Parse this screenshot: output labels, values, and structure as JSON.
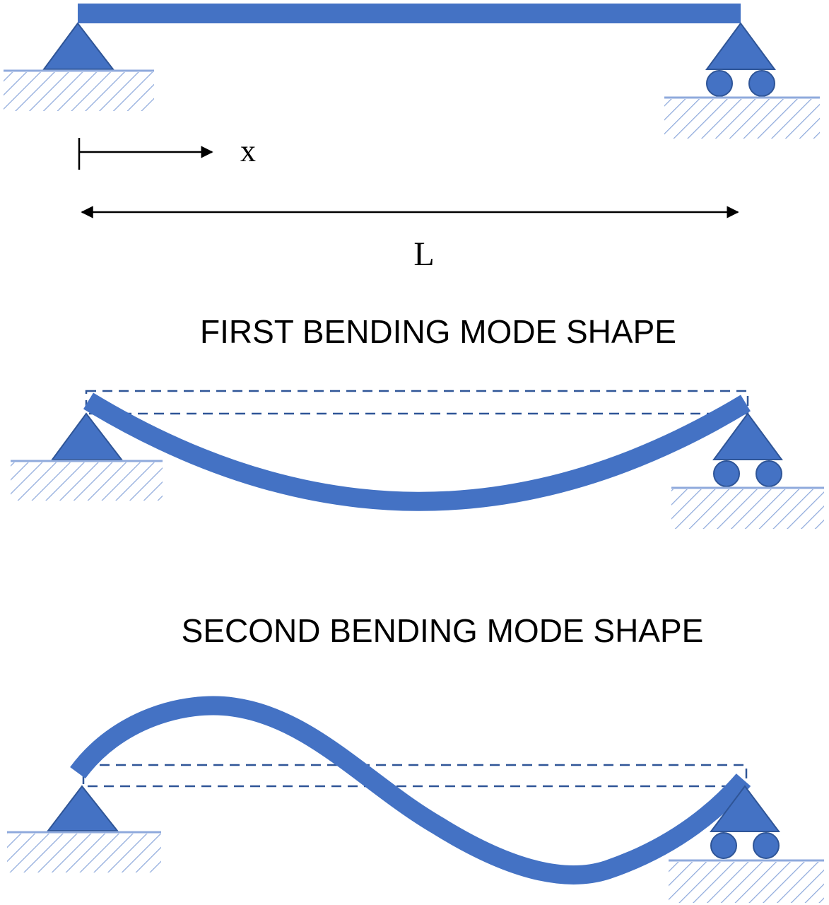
{
  "colors": {
    "beam": "#4472C4",
    "hatch": "#8FAADC",
    "dash": "#2F5597",
    "ink": "#000000"
  },
  "labels": {
    "x": "x",
    "length": "L",
    "first_mode_title": "FIRST BENDING MODE SHAPE",
    "second_mode_title": "SECOND BENDING MODE SHAPE"
  }
}
